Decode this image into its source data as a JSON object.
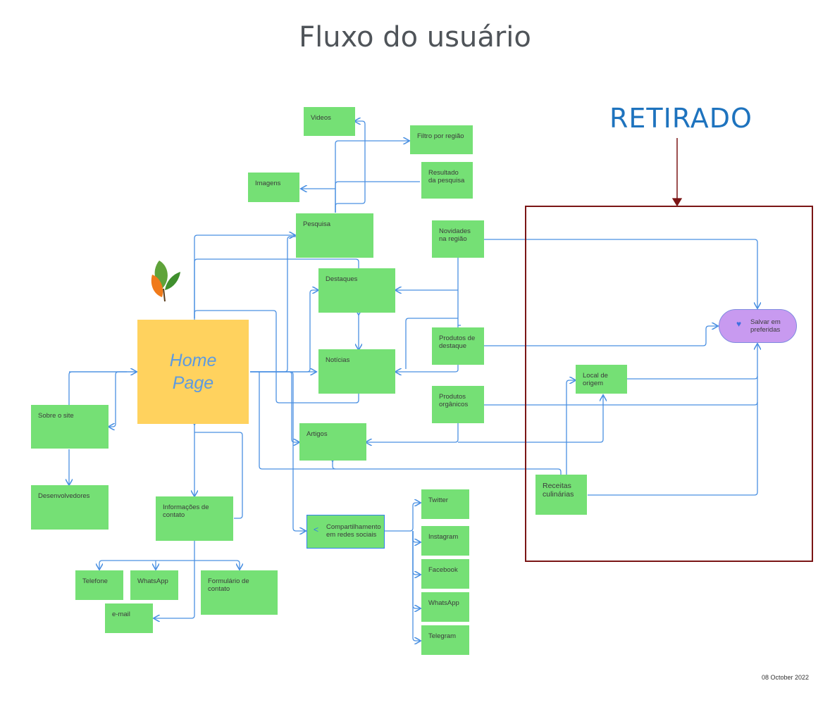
{
  "title": "Fluxo do usuário",
  "annotation": "RETIRADO",
  "date": "08 October 2022",
  "colors": {
    "node": "#75e075",
    "home": "#ffd25e",
    "link": "#4a90e2",
    "highlight_box": "#7a1515",
    "annotation": "#1e73be",
    "salvar": "#c89af0"
  },
  "home": {
    "line1": "Home",
    "line2": "Page"
  },
  "nodes": {
    "videos": "Videos",
    "filtro": "Filtro por região",
    "imagens": "Imagens",
    "resultado": "Resultado\nda pesquisa",
    "pesquisa": "Pesquisa",
    "novidades": "Novidades\nna região",
    "destaques": "Destaques",
    "produtos_destaque": "Produtos de\ndestaque",
    "noticias": "Notícias",
    "produtos_organicos": "Produtos\norgânicos",
    "artigos": "Artigos",
    "sobre": "Sobre o site",
    "desenvolvedores": "Desenvolvedores",
    "info_contato": "Informações de\ncontato",
    "telefone": "Telefone",
    "whatsapp_contato": "WhatsApp",
    "formulario": "Formulário de\ncontato",
    "email": "e-mail",
    "compartilhamento": "Compartilhamento\nem redes sociais",
    "twitter": "Twitter",
    "instagram": "Instagram",
    "facebook": "Facebook",
    "whatsapp_social": "WhatsApp",
    "telegram": "Telegram",
    "local_origem": "Local de\norigem",
    "receitas": "Receitas\nculinárias",
    "salvar": "Salvar em\npreferidas"
  },
  "icons": {
    "share": "share-icon",
    "heart": "heart-icon",
    "logo": "leaf-logo"
  }
}
